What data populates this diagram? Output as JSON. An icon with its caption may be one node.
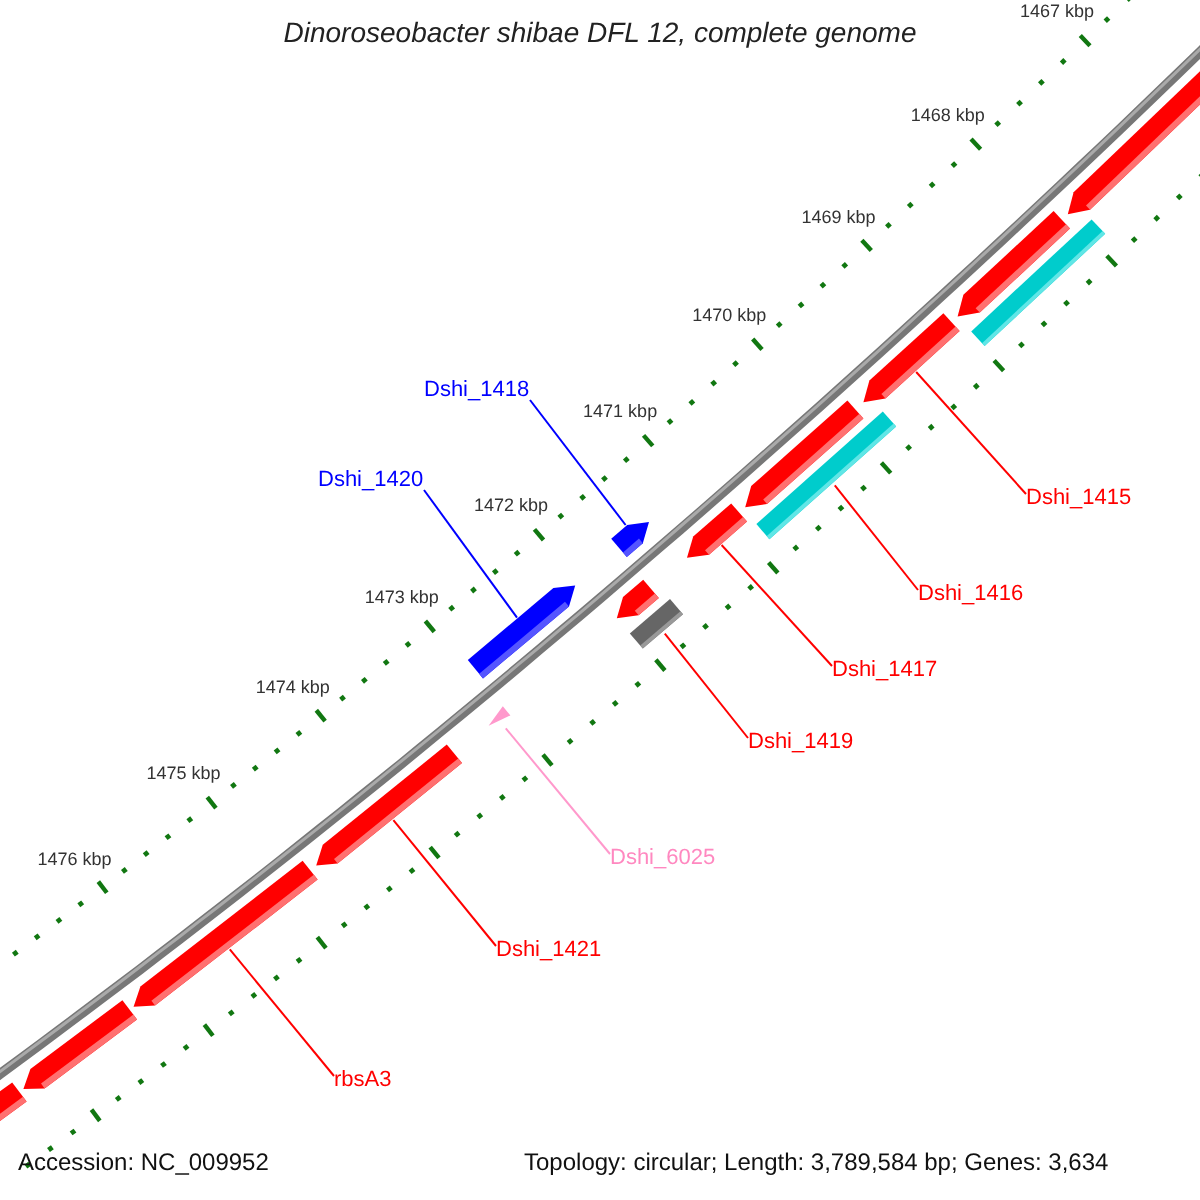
{
  "diagram": {
    "title": "Dinoroseobacter shibae DFL 12, complete genome",
    "nodes": [
      {
        "text": [
          "Dshi_1418"
        ]
      },
      {
        "text": [
          "Dshi_1420"
        ]
      },
      {
        "text": [
          "Dshi_1415"
        ]
      },
      {
        "text": [
          "Dshi_1416"
        ]
      },
      {
        "text": [
          "Dshi_1417"
        ]
      },
      {
        "text": [
          "Dshi_1419"
        ]
      },
      {
        "text": [
          "Dshi_6025"
        ]
      },
      {
        "text": [
          "Dshi_1421"
        ]
      },
      {
        "text": [
          "rbsA3"
        ]
      },
      {
        "text": [],
        "shape": "pentagon"
      },
      {
        "text": [],
        "shape": "pentagon"
      },
      {
        "text": [],
        "shape": "pentagon"
      },
      {
        "text": [],
        "shape": "pentagon"
      },
      {
        "text": [],
        "shape": "triangle"
      },
      {
        "text": [],
        "shape": "pentagon"
      },
      {
        "text": [],
        "shape": "pentagon"
      },
      {
        "text": [],
        "shape": "bar"
      },
      {
        "text": [],
        "shape": "pentagon"
      },
      {
        "text": [],
        "shape": "pentagon"
      },
      {
        "text": [],
        "shape": "bar"
      },
      {
        "text": [],
        "shape": "pentagon"
      },
      {
        "text": [],
        "shape": "pentagon"
      },
      {
        "text": [],
        "shape": "bar"
      },
      {
        "text": [],
        "shape": "pentagon"
      },
      {
        "text": [],
        "shape": "pentagon"
      }
    ],
    "edges": [
      {
        "from": 0,
        "to": 17,
        "arrow": "none",
        "color": "#0000ff"
      },
      {
        "from": 1,
        "to": 14,
        "arrow": "none",
        "color": "#0000ff"
      },
      {
        "from": 2,
        "to": 21,
        "arrow": "none"
      },
      {
        "from": 3,
        "to": 19,
        "arrow": "none"
      },
      {
        "from": 4,
        "to": 18,
        "arrow": "none"
      },
      {
        "from": 5,
        "to": 16,
        "arrow": "none"
      },
      {
        "from": 6,
        "to": 13,
        "arrow": "none",
        "color": "#ff99cc"
      },
      {
        "from": 7,
        "to": 12,
        "arrow": "none"
      },
      {
        "from": 8,
        "to": 11,
        "arrow": "none"
      }
    ],
    "labels": [
      "1467 kbp",
      "1468 kbp",
      "1469 kbp",
      "1470 kbp",
      "1471 kbp",
      "1472 kbp",
      "1473 kbp",
      "1474 kbp",
      "1475 kbp",
      "1476 kbp",
      "Accession: NC_009952",
      "Topology: circular; Length: 3,789,584 bp; Genes: 3,634"
    ]
  }
}
